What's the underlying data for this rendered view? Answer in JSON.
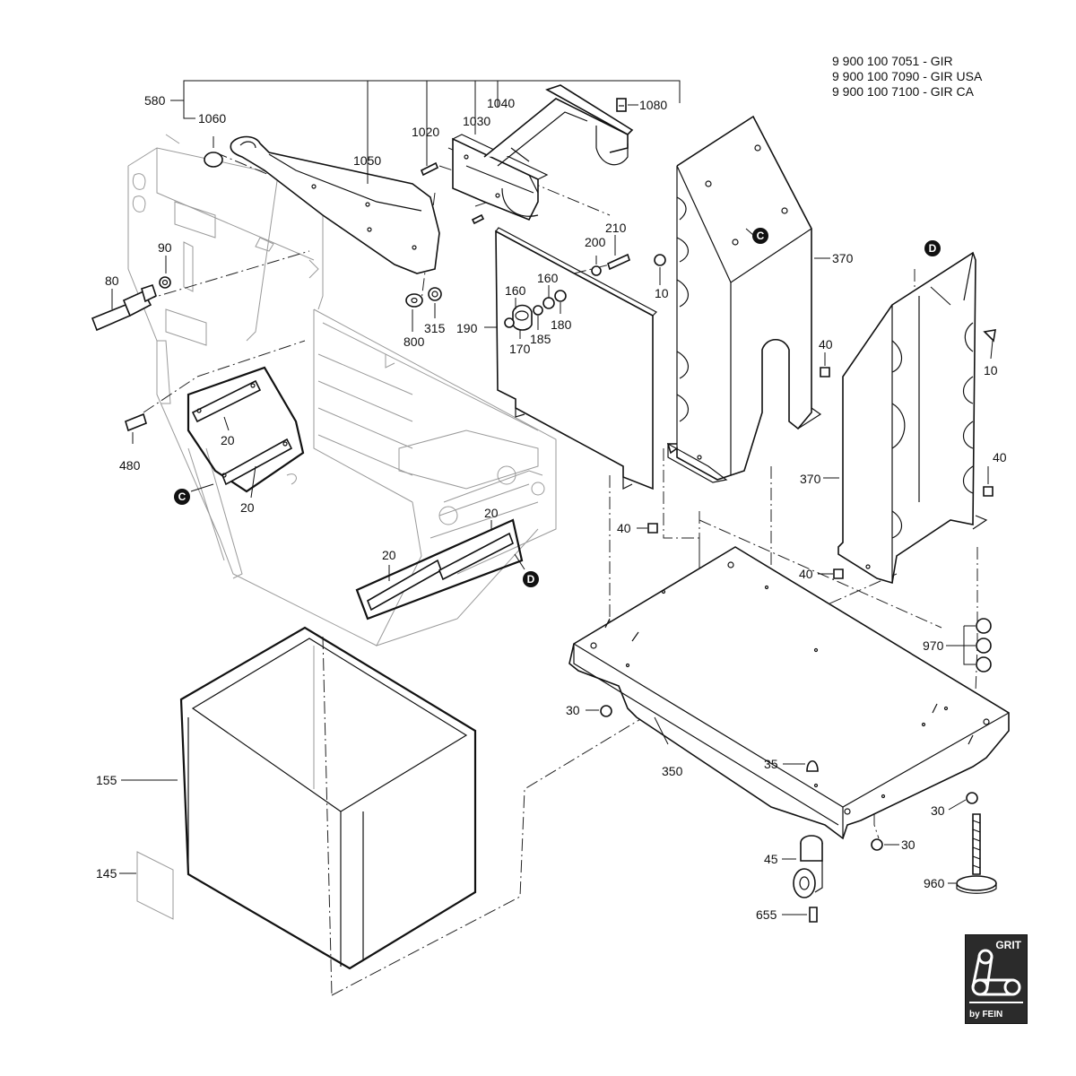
{
  "model_numbers": [
    "9 900 100 7051 - GIR",
    "9 900 100 7090 - GIR USA",
    "9 900 100 7100 - GIR CA"
  ],
  "part_labels": {
    "p580": "580",
    "p1060": "1060",
    "p1050": "1050",
    "p1020": "1020",
    "p1030": "1030",
    "p1040": "1040",
    "p1080": "1080",
    "p90": "90",
    "p80": "80",
    "p800": "800",
    "p315": "315",
    "p200": "200",
    "p210": "210",
    "p10a": "10",
    "p10b": "10",
    "p160a": "160",
    "p160b": "160",
    "p190": "190",
    "p170": "170",
    "p185": "185",
    "p180": "180",
    "p370a": "370",
    "p370b": "370",
    "p40a": "40",
    "p40b": "40",
    "p40c": "40",
    "p40d": "40",
    "p480": "480",
    "p20a": "20",
    "p20b": "20",
    "p20c": "20",
    "p20d": "20",
    "p970": "970",
    "p30a": "30",
    "p30b": "30",
    "p30c": "30",
    "p155": "155",
    "p350": "350",
    "p35": "35",
    "p145": "145",
    "p45": "45",
    "p655": "655",
    "p960": "960"
  },
  "markers": {
    "c1": "C",
    "c2": "C",
    "d1": "D",
    "d2": "D"
  },
  "logo": {
    "brand": "GRIT",
    "maker": "by FEIN"
  }
}
